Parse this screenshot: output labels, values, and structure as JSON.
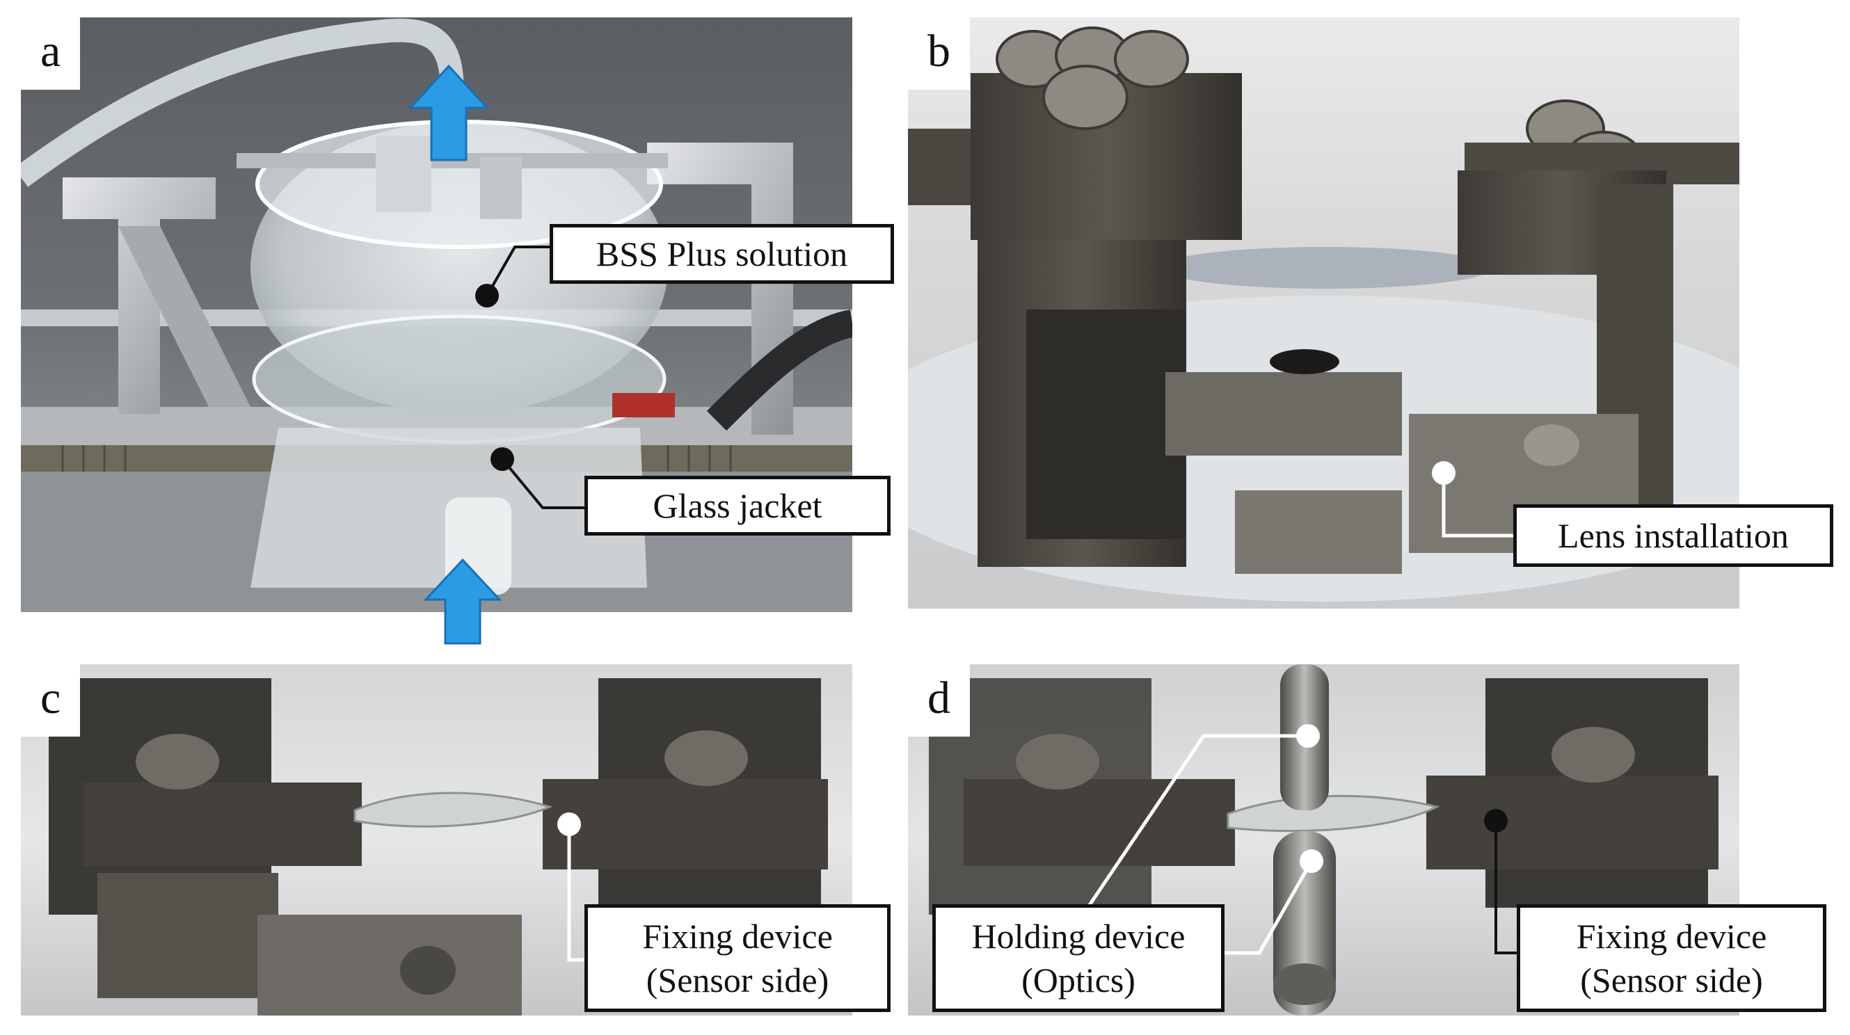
{
  "panels": {
    "a": {
      "letter": "a",
      "callouts": {
        "bss": "BSS Plus solution",
        "glass": "Glass jacket"
      }
    },
    "b": {
      "letter": "b",
      "callouts": {
        "lens": "Lens installation"
      }
    },
    "c": {
      "letter": "c",
      "callouts": {
        "fixing_line1": "Fixing device",
        "fixing_line2": "(Sensor side)"
      }
    },
    "d": {
      "letter": "d",
      "callouts": {
        "holding_line1": "Holding device",
        "holding_line2": "(Optics)",
        "fixing_line1": "Fixing device",
        "fixing_line2": "(Sensor side)"
      }
    }
  },
  "colors": {
    "flow_arrow": "#2b9be6",
    "callout_border": "#111111"
  }
}
